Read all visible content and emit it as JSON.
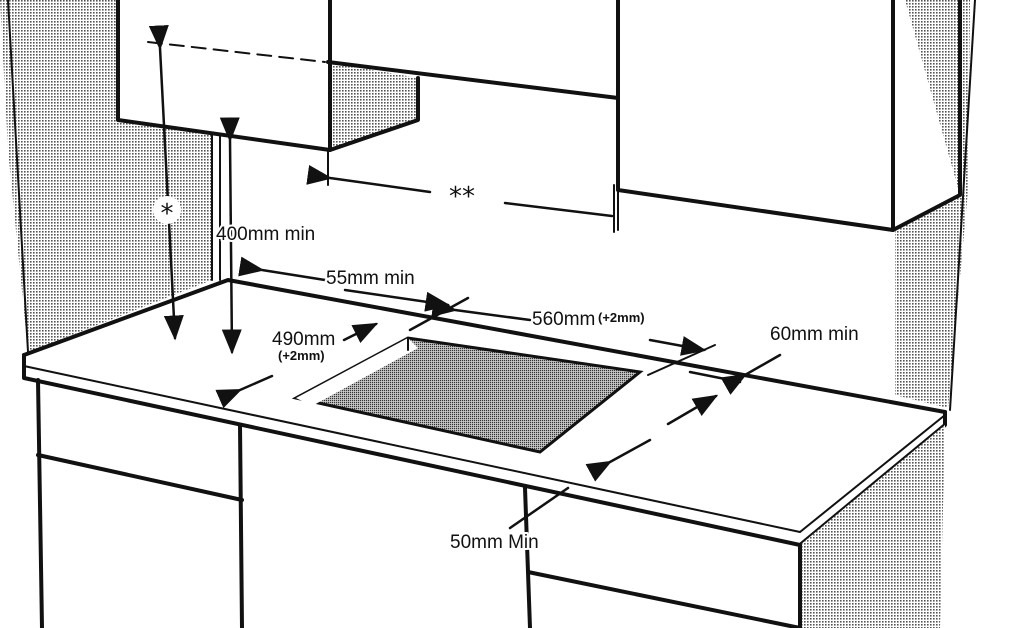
{
  "labels": {
    "star": "*",
    "double_star": "**",
    "min_400": "400mm min",
    "min_55": "55mm min",
    "width_560": "560mm",
    "width_560_tol": "(+2mm)",
    "depth_490": "490mm",
    "depth_490_tol": "(+2mm)",
    "min_60": "60mm min",
    "min_50": "50mm Min"
  }
}
